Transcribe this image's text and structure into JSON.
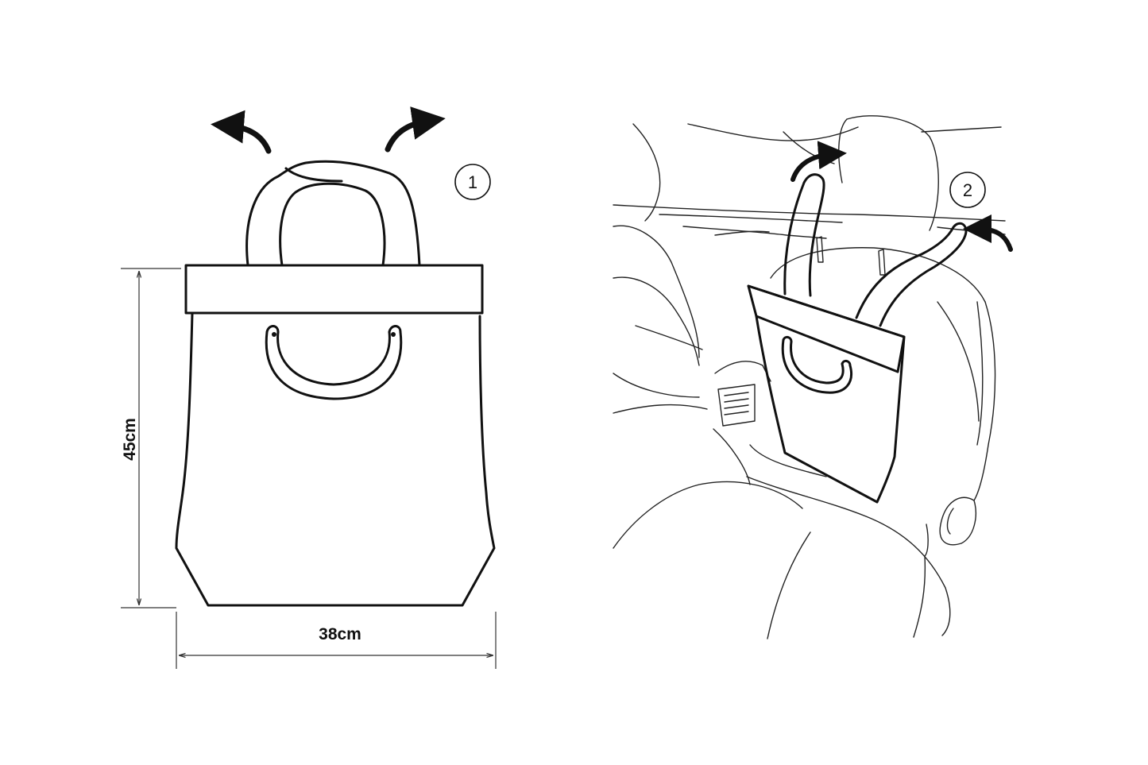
{
  "figure_1": {
    "step_number": "1",
    "height_label": "45cm",
    "width_label": "38cm"
  },
  "figure_2": {
    "step_number": "2"
  },
  "colors": {
    "ink": "#111111",
    "background": "#ffffff"
  },
  "icons": [
    "curved-arrow-up-left-icon",
    "curved-arrow-up-right-icon",
    "step-circle-icon"
  ]
}
